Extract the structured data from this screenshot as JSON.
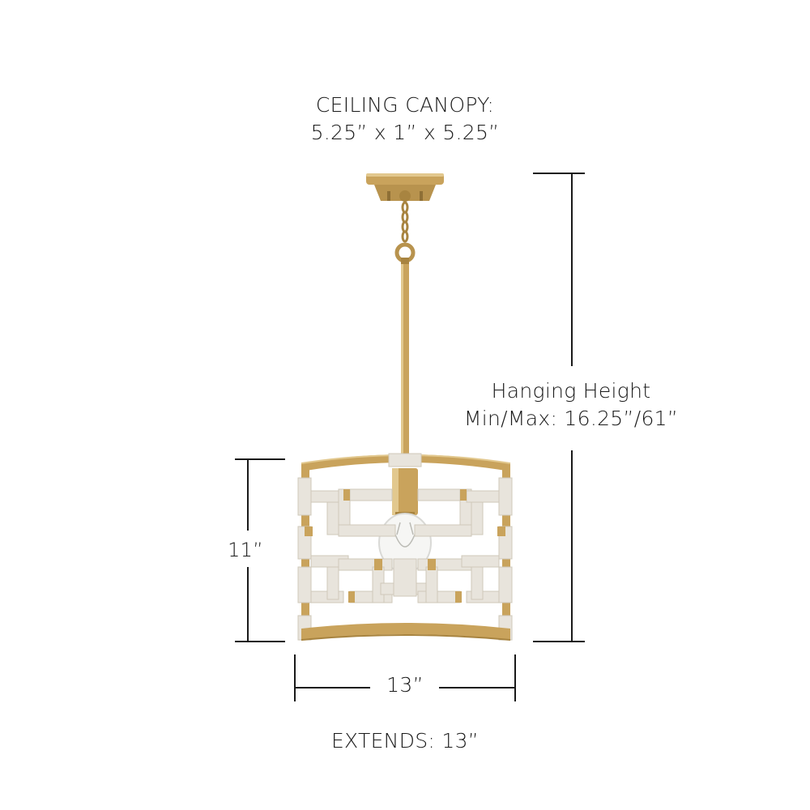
{
  "colors": {
    "brass": "#c9a35c",
    "brass_dark": "#a88440",
    "brass_light": "#e2c88e",
    "rope": "#e8e4dc",
    "rope_shadow": "#cfc8ba",
    "line": "#1a1a1a",
    "background": "#ffffff"
  },
  "labels": {
    "canopy_line1": "CEILING CANOPY:",
    "canopy_line2": "5.25” x 1” x 5.25”",
    "hanging_line1": "Hanging Height",
    "hanging_line2": "Min/Max: 16.25”/61”",
    "height": "11”",
    "width": "13”",
    "extends": "EXTENDS: 13”"
  }
}
